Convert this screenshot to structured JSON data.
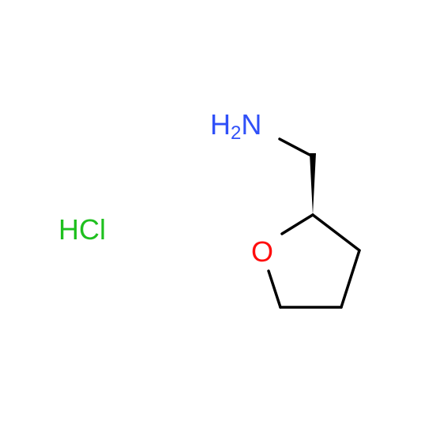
{
  "molecule": {
    "amine_label": "H2N",
    "amine_h": "H",
    "amine_sub": "2",
    "amine_n": "N",
    "oxygen_label": "O",
    "salt_label": "HCl"
  },
  "colors": {
    "nitrogen": "#3050F8",
    "oxygen": "#FF0D0D",
    "chlorine_salt": "#1FC01F",
    "bond": "#000000",
    "background": "#FFFFFF"
  }
}
